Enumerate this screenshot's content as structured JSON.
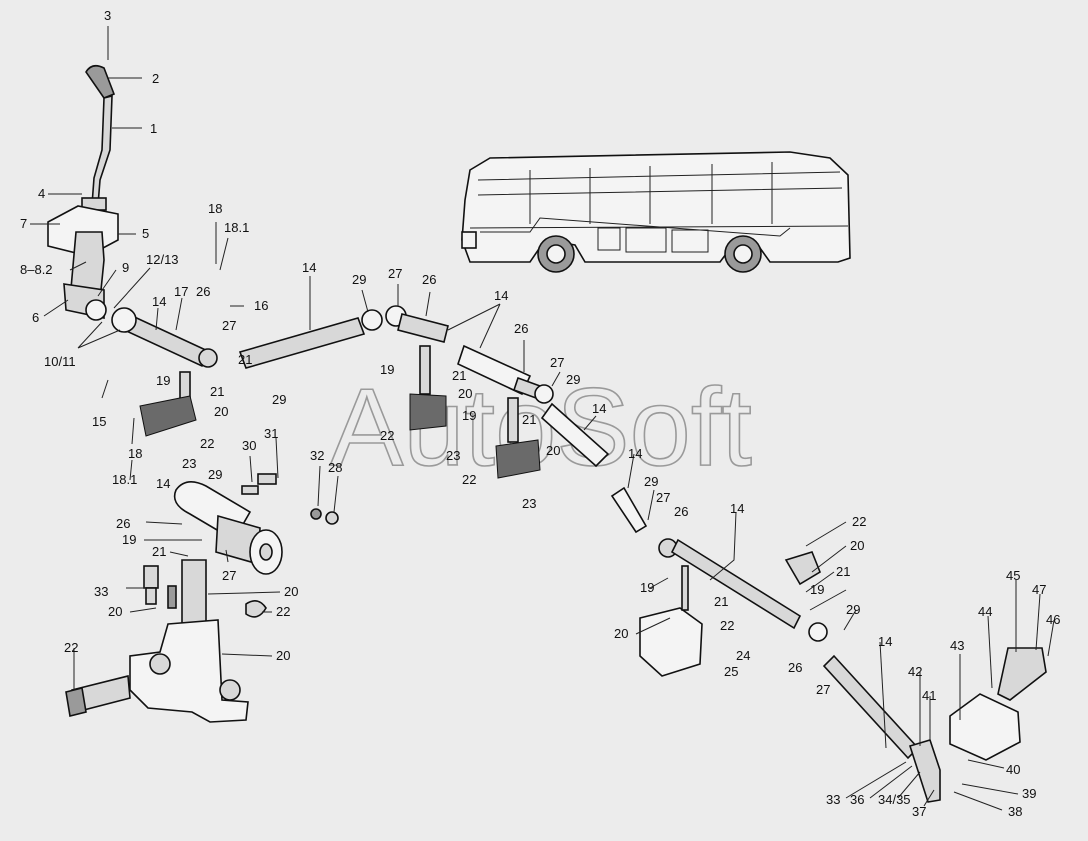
{
  "watermark": "AutoSoft",
  "labels": [
    "1",
    "2",
    "3",
    "4",
    "5",
    "6",
    "7",
    "8–8.2",
    "9",
    "10/11",
    "12/13",
    "14",
    "15",
    "16",
    "17",
    "18",
    "18.1",
    "19",
    "20",
    "21",
    "22",
    "23",
    "24",
    "25",
    "26",
    "27",
    "28",
    "29",
    "30",
    "31",
    "32",
    "33",
    "34/35",
    "36",
    "37",
    "38",
    "39",
    "40",
    "41",
    "42",
    "43",
    "44",
    "45",
    "46",
    "47"
  ]
}
